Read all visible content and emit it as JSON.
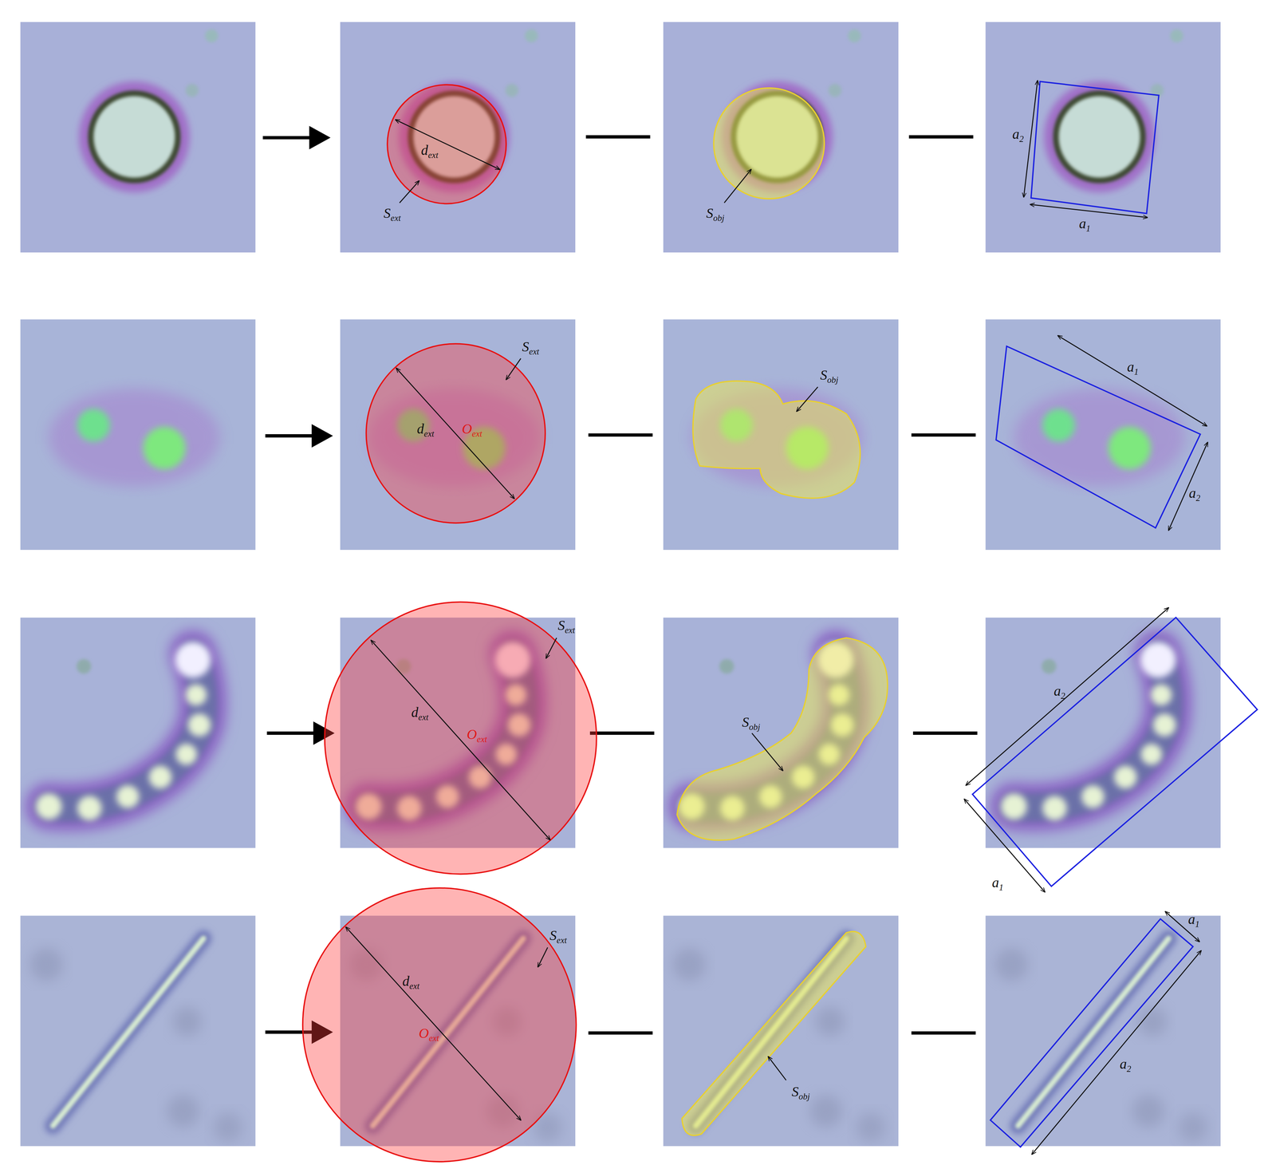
{
  "diagram": {
    "labels": [
      "dext",
      "Sext",
      "Sobj",
      "a2",
      "a1",
      "Sext",
      "dext",
      "Oext",
      "Sobj",
      "a1",
      "a2",
      "Sext",
      "dext",
      "Oext",
      "Sobj",
      "a2",
      "a1",
      "Sext",
      "dext",
      "Oext",
      "Sobj",
      "a1",
      "a2"
    ]
  }
}
